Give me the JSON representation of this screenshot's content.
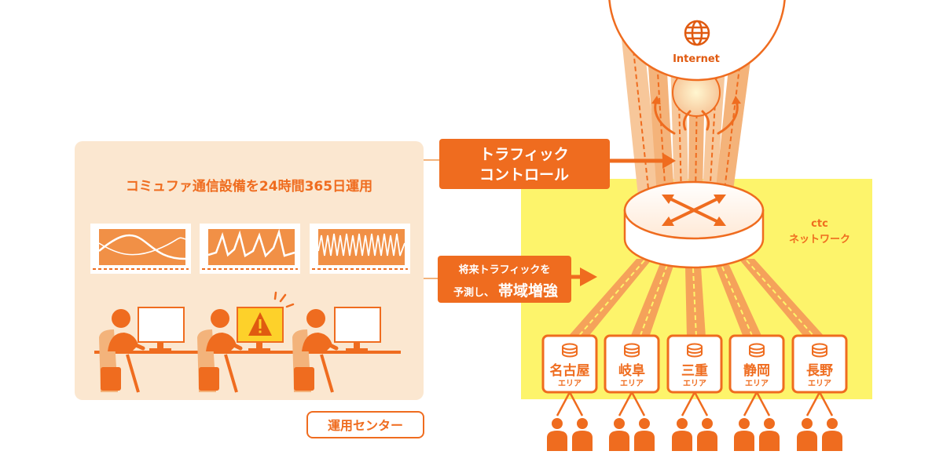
{
  "colors": {
    "accent": "#ef6c1f",
    "accent_dark": "#e05a10",
    "panel": "#fbe7d0",
    "panel_light": "#fff3e6",
    "yellow": "#fdf46b",
    "beam": "#f7c79a",
    "monitor_inner": "#f19046",
    "warning": "#fdd12a"
  },
  "internet": {
    "label": "Internet",
    "icon": "globe-icon"
  },
  "operations": {
    "title": "コミュファ通信設備を24時間365日運用",
    "center_label": "運用センター",
    "alert_icon": "warning-icon"
  },
  "arrows": {
    "traffic_control": [
      "トラフィック",
      "コントロール"
    ],
    "forecast": {
      "line1": "将来トラフィックを",
      "line2_small": "予測し、",
      "line2_big": "帯域増強"
    }
  },
  "network": {
    "line1": "ctc",
    "line2": "ネットワーク",
    "router_icon": "router-icon"
  },
  "areas": [
    {
      "name": "名古屋",
      "sub": "エリア",
      "icon": "database-icon"
    },
    {
      "name": "岐阜",
      "sub": "エリア",
      "icon": "database-icon"
    },
    {
      "name": "三重",
      "sub": "エリア",
      "icon": "database-icon"
    },
    {
      "name": "静岡",
      "sub": "エリア",
      "icon": "database-icon"
    },
    {
      "name": "長野",
      "sub": "エリア",
      "icon": "database-icon"
    }
  ]
}
